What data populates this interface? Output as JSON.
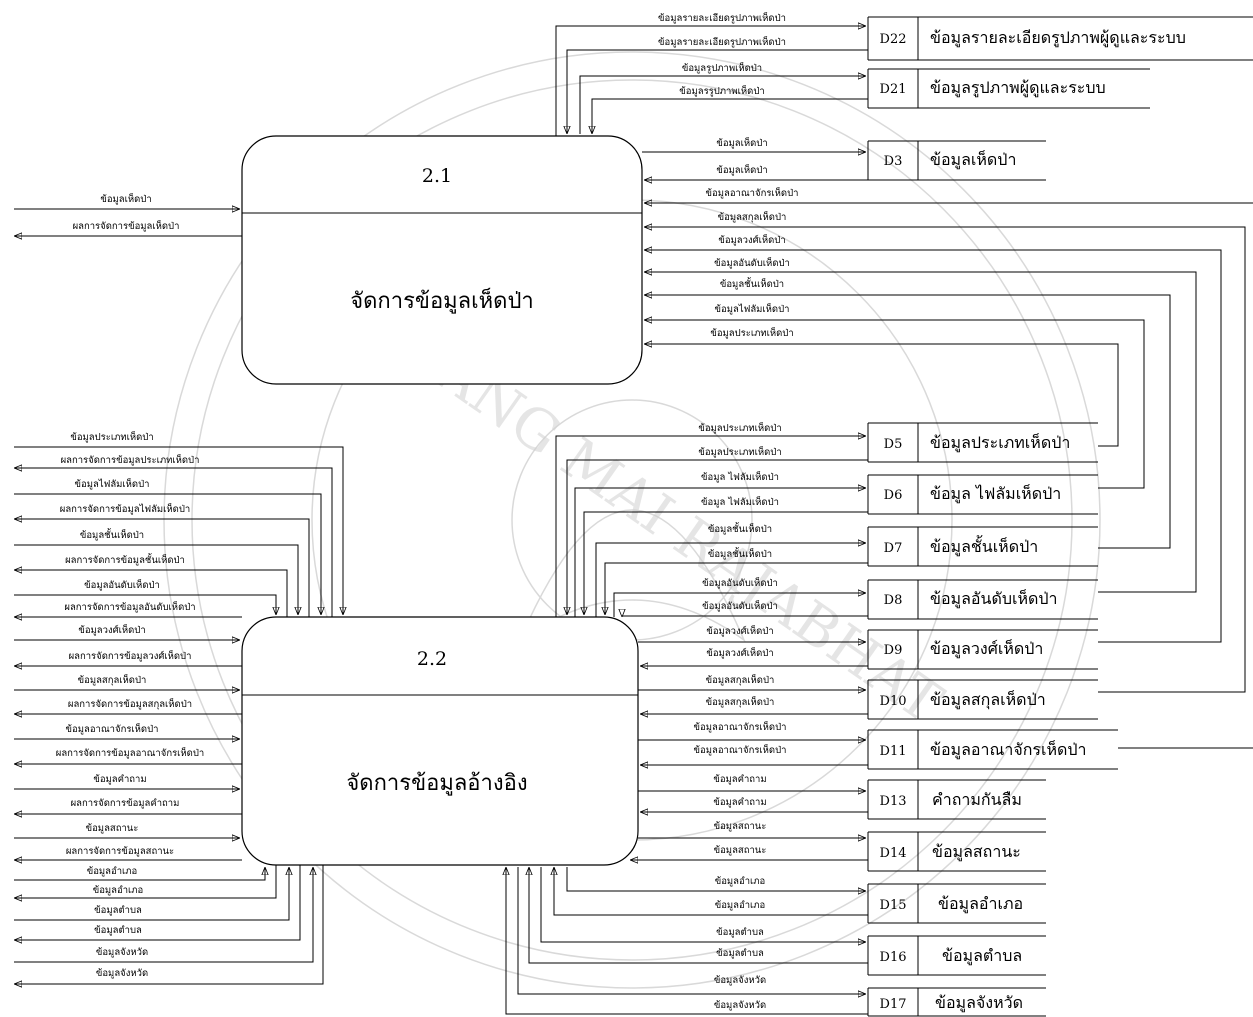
{
  "processes": {
    "p21": {
      "number": "2.1",
      "title": "จัดการข้อมูลเห็ดป่า"
    },
    "p22": {
      "number": "2.2",
      "title": "จัดการข้อมูลอ้างอิง"
    }
  },
  "stores": {
    "d22": {
      "id": "D22",
      "name": "ข้อมูลรายละเอียดรูปภาพผู้ดูและระบบ"
    },
    "d21": {
      "id": "D21",
      "name": "ข้อมูลรูปภาพผู้ดูและระบบ"
    },
    "d3": {
      "id": "D3",
      "name": "ข้อมูลเห็ดป่า"
    },
    "d5": {
      "id": "D5",
      "name": "ข้อมูลประเภทเห็ดป่า"
    },
    "d6": {
      "id": "D6",
      "name": "ข้อมูล ไฟลัมเห็ดป่า"
    },
    "d7": {
      "id": "D7",
      "name": "ข้อมูลชั้นเห็ดป่า"
    },
    "d8": {
      "id": "D8",
      "name": "ข้อมูลอันดับเห็ดป่า"
    },
    "d9": {
      "id": "D9",
      "name": "ข้อมูลวงศ์เห็ดป่า"
    },
    "d10": {
      "id": "D10",
      "name": "ข้อมูลสกุลเห็ดป่า"
    },
    "d11": {
      "id": "D11",
      "name": "ข้อมูลอาณาจักรเห็ดป่า"
    },
    "d13": {
      "id": "D13",
      "name": "คำถามกันลืม"
    },
    "d14": {
      "id": "D14",
      "name": "ข้อมูลสถานะ"
    },
    "d15": {
      "id": "D15",
      "name": "ข้อมูลอำเภอ"
    },
    "d16": {
      "id": "D16",
      "name": "ข้อมูลตำบล"
    },
    "d17": {
      "id": "D17",
      "name": "ข้อมูลจังหวัด"
    }
  },
  "flows": {
    "d22_a": "ข้อมูลรายละเอียดรูปภาพเห็ดป่า",
    "d22_b": "ข้อมูลรายละเอียดรูปภาพเห็ดป่า",
    "d21_a": "ข้อมูลรูปภาพเห็ดป่า",
    "d21_b": "ข้อมูลรรูปภาพเห็ดป่า",
    "d3_a": "ข้อมูลเห็ดป่า",
    "d3_b": "ข้อมูลเห็ดป่า",
    "r_kingdom": "ข้อมูลอาณาจักรเห็ดป่า",
    "r_genus": "ข้อมูลสกุลเห็ดป่า",
    "r_family": "ข้อมูลวงศ์เห็ดป่า",
    "r_order": "ข้อมูลอันดับเห็ดป่า",
    "r_class": "ข้อมูลชั้นเห็ดป่า",
    "r_phylum": "ข้อมูลไฟลัมเห็ดป่า",
    "r_type": "ข้อมูลประเภทเห็ดป่า",
    "ext_in": "ข้อมูลเห็ดป่า",
    "ext_out": "ผลการจัดการข้อมูลเห็ดป่า",
    "L_type": "ข้อมูลประเภทเห็ดป่า",
    "L_type_r": "ผลการจัดการข้อมูลประเภทเห็ดป่า",
    "L_phylum": "ข้อมูลไฟลัมเห็ดป่า",
    "L_phylum_r": "ผลการจัดการข้อมูลไฟลัมเห็ดป่า",
    "L_class": "ข้อมูลชั้นเห็ดป่า",
    "L_class_r": "ผลการจัดการข้อมูลชั้นเห็ดป่า",
    "L_order": "ข้อมูลอันดับเห็ดป่า",
    "L_order_r": "ผลการจัดการข้อมูลอันดับเห็ดป่า",
    "L_family": "ข้อมูลวงศ์เห็ดป่า",
    "L_family_r": "ผลการจัดการข้อมูลวงศ์เห็ดป่า",
    "L_genus": "ข้อมูลสกุลเห็ดป่า",
    "L_genus_r": "ผลการจัดการข้อมูลสกุลเห็ดป่า",
    "L_kingdom": "ข้อมูลอาณาจักรเห็ดป่า",
    "L_kingdom_r": "ผลการจัดการข้อมูลอาณาจักรเห็ดป่า",
    "L_question": "ข้อมูลคำถาม",
    "L_question_r": "ผลการจัดการข้อมูลคำถาม",
    "L_status": "ข้อมูลสถานะ",
    "L_status_r": "ผลการจัดการข้อมูลสถานะ",
    "L_amphoe_a": "ข้อมูลอำเภอ",
    "L_amphoe_b": "ข้อมูลอำเภอ",
    "L_tambon_a": "ข้อมูลตำบล",
    "L_tambon_b": "ข้อมูลตำบล",
    "L_province_a": "ข้อมูลจังหวัด",
    "L_province_b": "ข้อมูลจังหวัด",
    "d5_a": "ข้อมูลประเภทเห็ดป่า",
    "d5_b": "ข้อมูลประเภทเห็ดป่า",
    "d6_a": "ข้อมูล ไฟลัมเห็ดป่า",
    "d6_b": "ข้อมูล ไฟลัมเห็ดป่า",
    "d7_a": "ข้อมูลชั้นเห็ดป่า",
    "d7_b": "ข้อมูลชั้นเห็ดป่า",
    "d8_a": "ข้อมูลอันดับเห็ดป่า",
    "d8_b": "ข้อมูลอันดับเห็ดป่า",
    "d9_a": "ข้อมูลวงศ์เห็ดป่า",
    "d9_b": "ข้อมูลวงศ์เห็ดป่า",
    "d10_a": "ข้อมูลสกุลเห็ดป่า",
    "d10_b": "ข้อมูลสกุลเห็ดป่า",
    "d11_a": "ข้อมูลอาณาจักรเห็ดป่า",
    "d11_b": "ข้อมูลอาณาจักรเห็ดป่า",
    "d13_a": "ข้อมูลคำถาม",
    "d13_b": "ข้อมูลคำถาม",
    "d14_a": "ข้อมูลสถานะ",
    "d14_b": "ข้อมูลสถานะ",
    "d15_a": "ข้อมูลอำเภอ",
    "d15_b": "ข้อมูลอำเภอ",
    "d16_a": "ข้อมูลตำบล",
    "d16_b": "ข้อมูลตำบล",
    "d17_a": "ข้อมูลจังหวัด",
    "d17_b": "ข้อมูลจังหวัด"
  },
  "watermark": {
    "text": "CHIANG MAI RAJABHAT"
  }
}
